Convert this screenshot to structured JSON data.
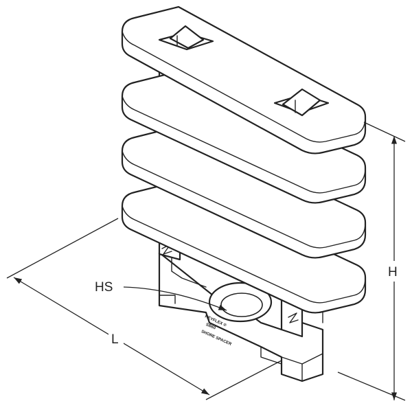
{
  "labels": {
    "height": "H",
    "length": "L",
    "hole_spacer": "HS"
  },
  "part_marking": [
    "HEYFLEX ®",
    "SB60",
    "SHORE SPACER"
  ]
}
